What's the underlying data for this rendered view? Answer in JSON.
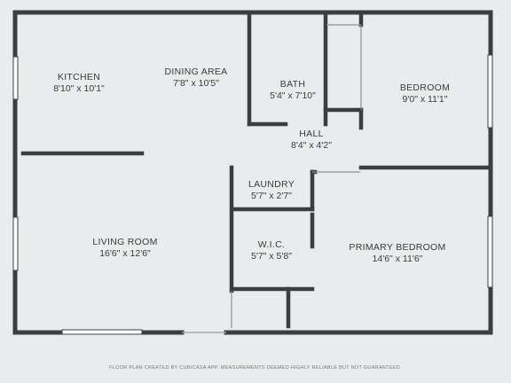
{
  "rooms": {
    "kitchen": {
      "name": "KITCHEN",
      "dims": "8'10\" x 10'1\""
    },
    "dining": {
      "name": "DINING AREA",
      "dims": "7'8\" x 10'5\""
    },
    "bath": {
      "name": "BATH",
      "dims": "5'4\" x 7'10\""
    },
    "bedroom": {
      "name": "BEDROOM",
      "dims": "9'0\" x 11'1\""
    },
    "hall": {
      "name": "HALL",
      "dims": "8'4\" x 4'2\""
    },
    "laundry": {
      "name": "LAUNDRY",
      "dims": "5'7\" x 2'7\""
    },
    "living": {
      "name": "LIVING ROOM",
      "dims": "16'6\" x 12'6\""
    },
    "wic": {
      "name": "W.I.C.",
      "dims": "5'7\" x 5'8\""
    },
    "primary": {
      "name": "PRIMARY BEDROOM",
      "dims": "14'6\" x 11'6\""
    }
  },
  "footer": "FLOOR PLAN CREATED BY CUBICASA APP. MEASUREMENTS DEEMED HIGHLY RELIABLE BUT NOT GUARANTEED.",
  "colors": {
    "wall": "#3b3d40",
    "background": "#e9ecec",
    "window": "#ffffff"
  }
}
